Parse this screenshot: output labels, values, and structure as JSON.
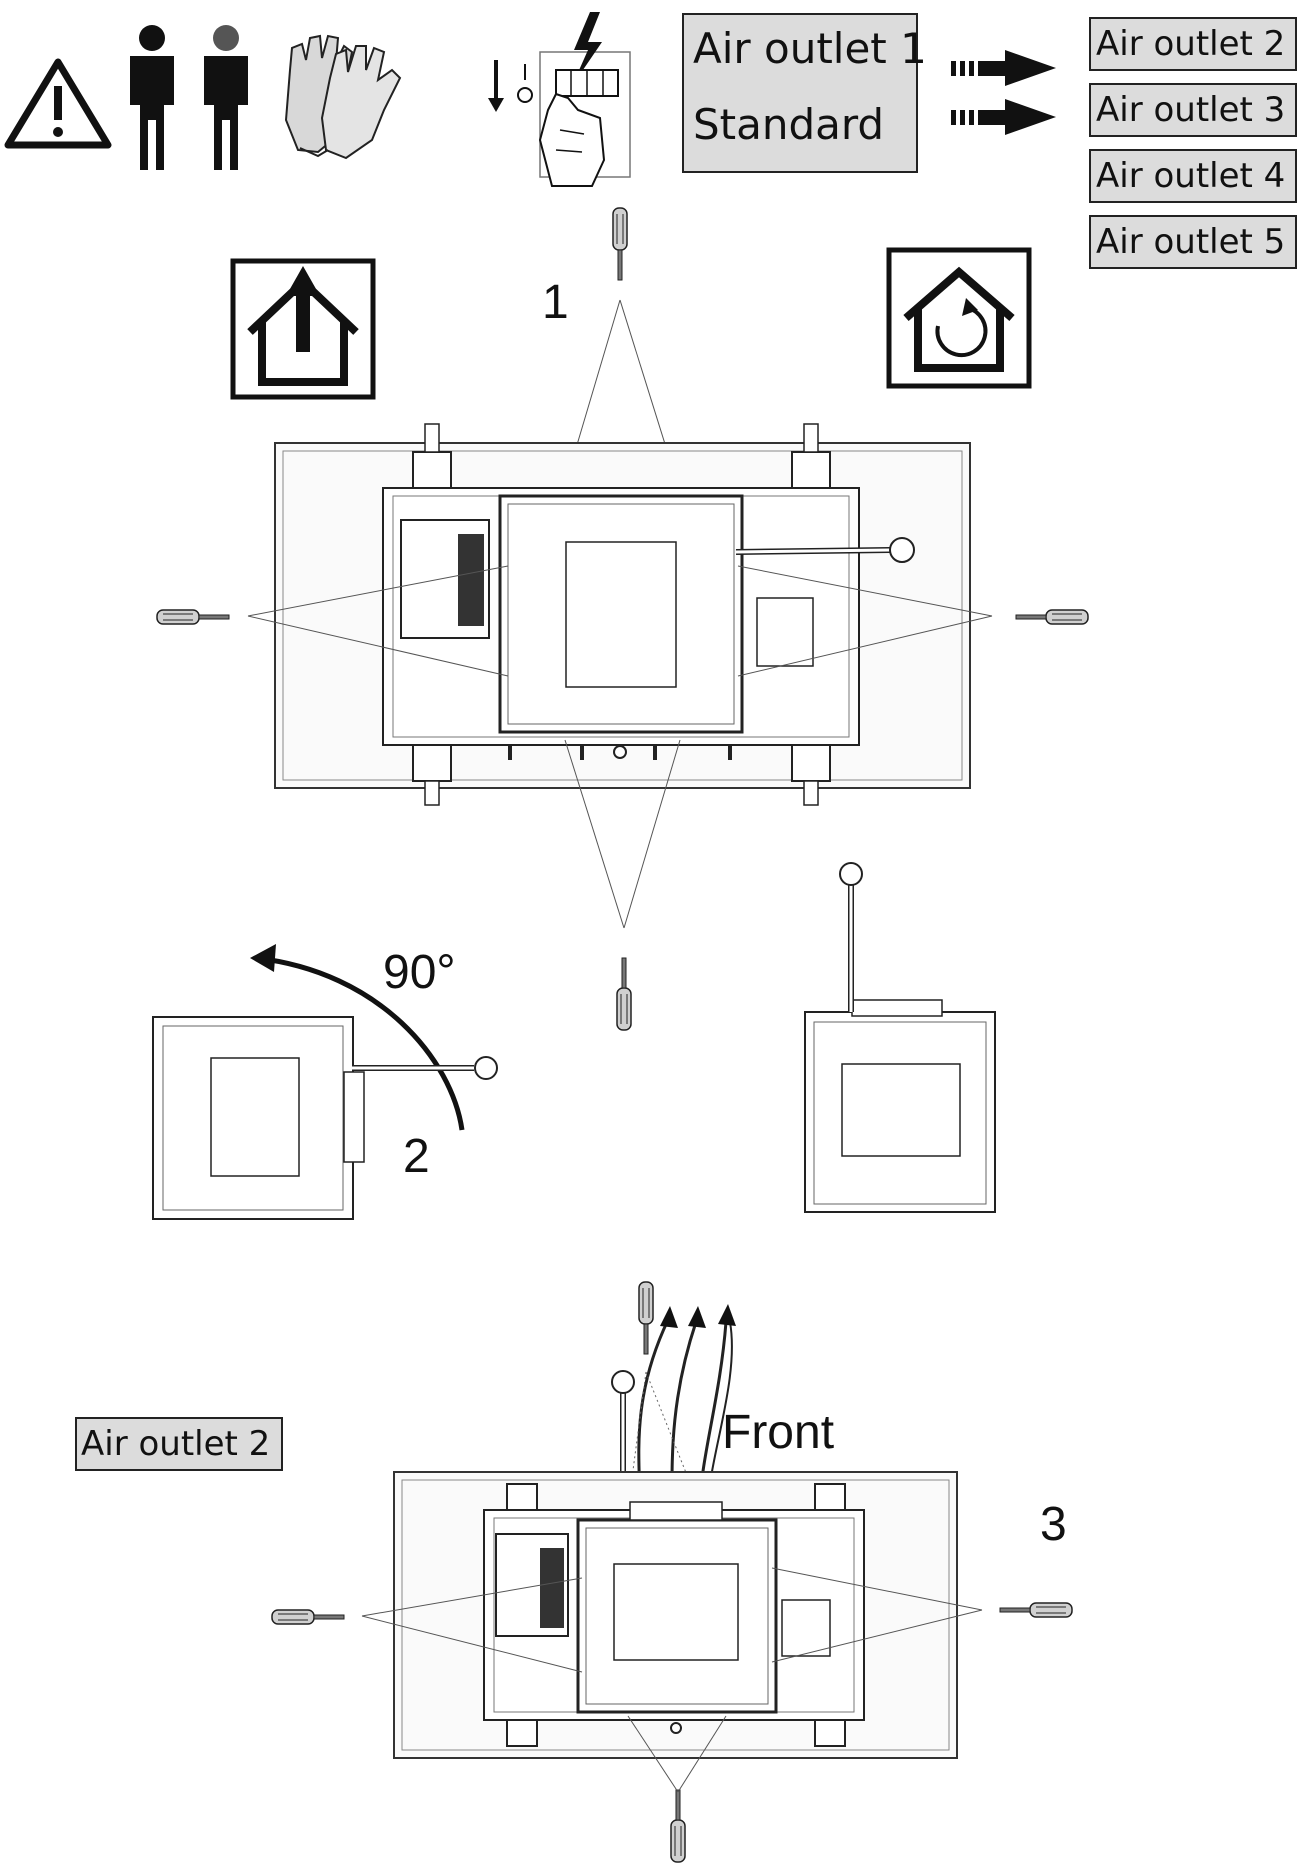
{
  "outlets": {
    "outlet1_line1": "Air outlet 1",
    "outlet1_line2": "Standard",
    "list": [
      "Air outlet 2",
      "Air outlet 3",
      "Air outlet 4",
      "Air outlet 5"
    ],
    "step3_label": "Air outlet 2"
  },
  "steps": {
    "step1": "1",
    "step2": "2",
    "step3": "3"
  },
  "rotation_label": "90°",
  "front_label": "Front",
  "icons": [
    "warning-icon",
    "two-persons-icon",
    "gloves-icon",
    "power-off-icon",
    "exhaust-air-icon",
    "recirculation-air-icon",
    "screwdriver-icon"
  ]
}
